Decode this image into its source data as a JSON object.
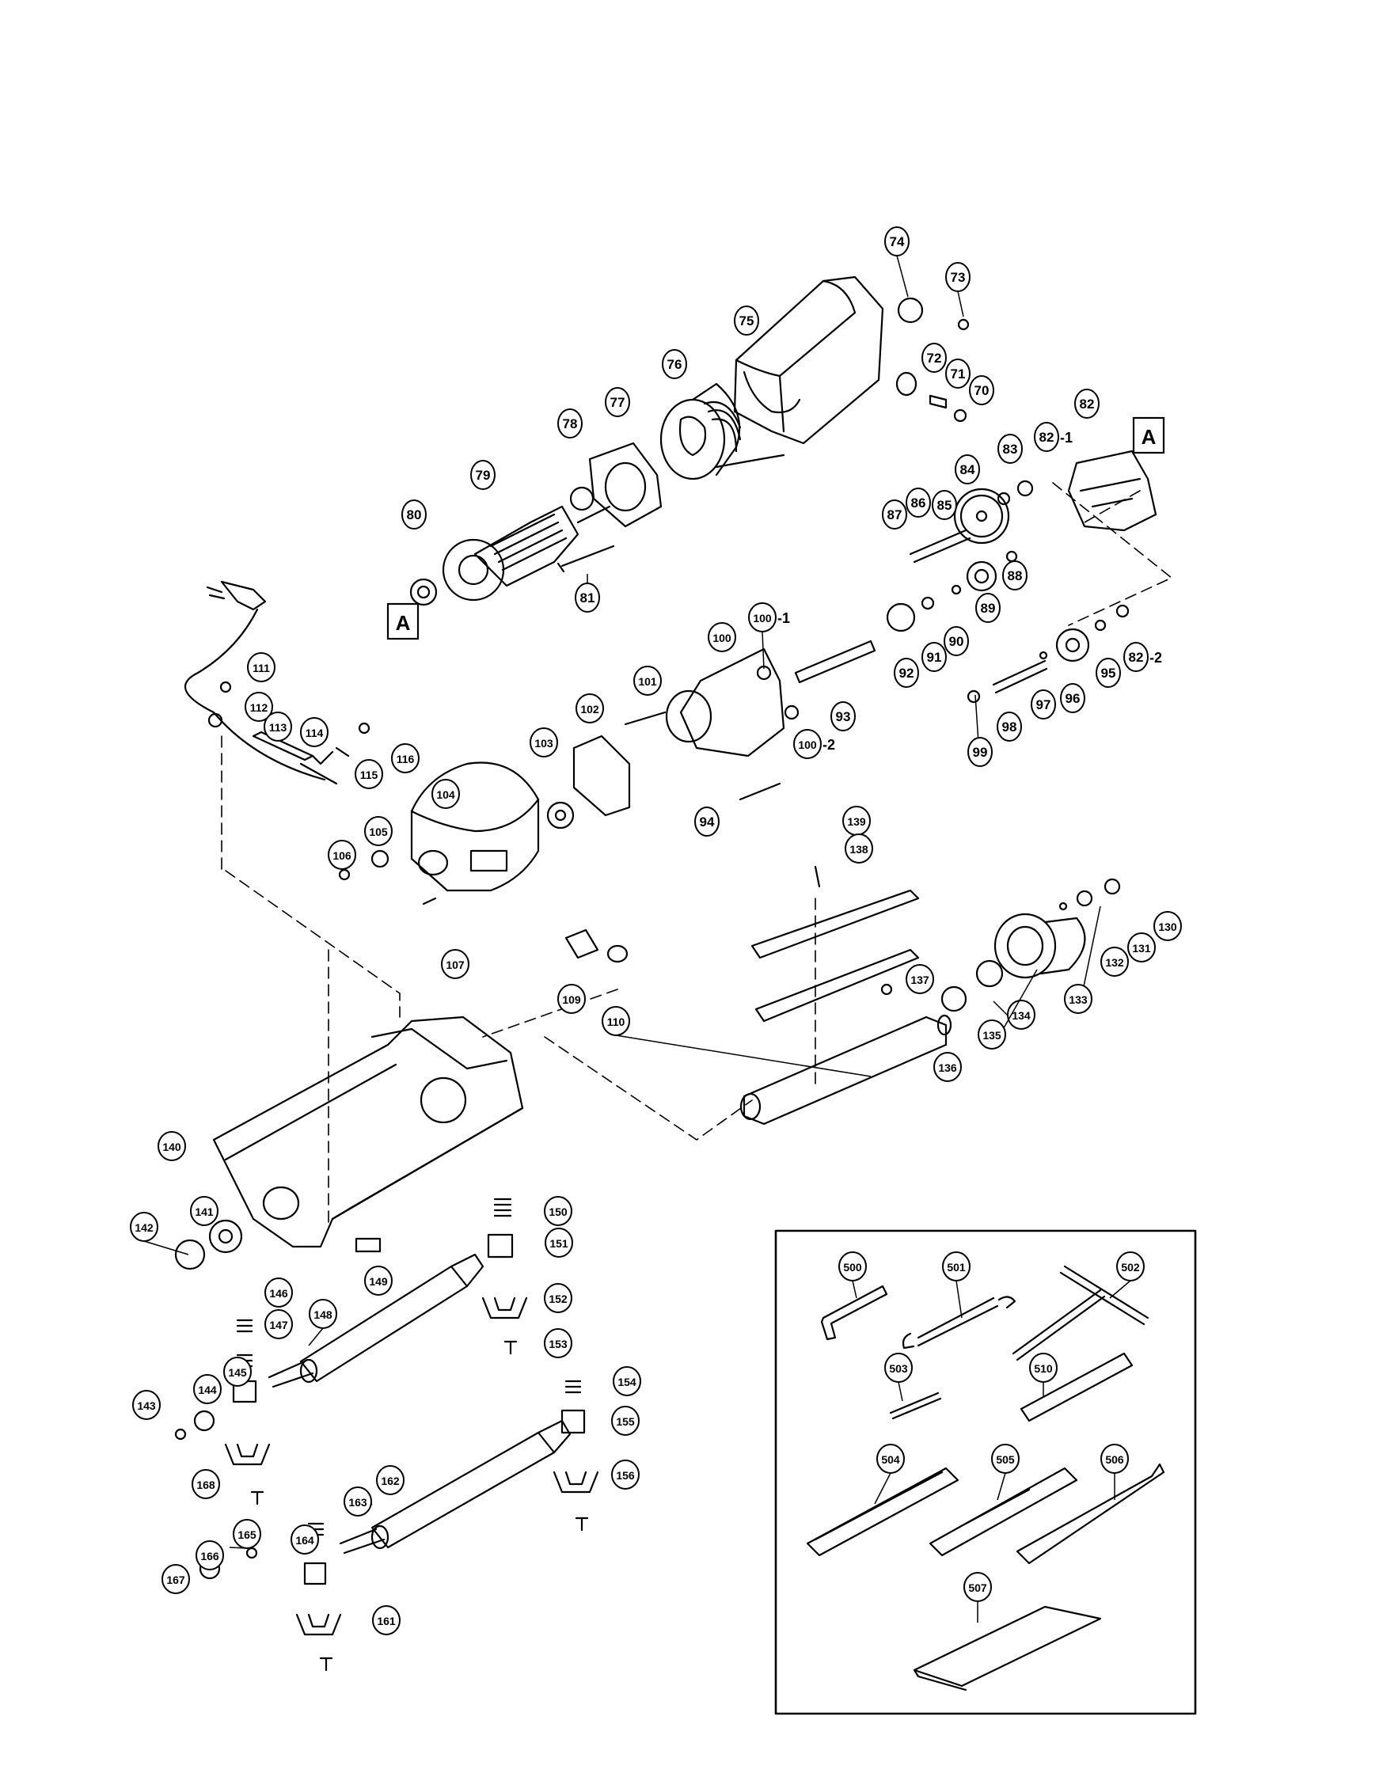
{
  "callouts": [
    "74",
    "73",
    "75",
    "72",
    "71",
    "70",
    "76",
    "77",
    "78",
    "79",
    "80",
    "81",
    "82",
    "82-1",
    "83",
    "84",
    "85",
    "86",
    "87",
    "88",
    "89",
    "90",
    "91",
    "92",
    "82-2",
    "95",
    "96",
    "97",
    "98",
    "99",
    "100",
    "100-1",
    "100-2",
    "101",
    "93",
    "102",
    "94",
    "103",
    "104",
    "105",
    "106",
    "107",
    "111",
    "112",
    "113",
    "114",
    "115",
    "116",
    "139",
    "138",
    "137",
    "136",
    "130",
    "131",
    "132",
    "133",
    "134",
    "135",
    "109",
    "110",
    "140",
    "141",
    "142",
    "150",
    "151",
    "152",
    "153",
    "149",
    "148",
    "146",
    "147",
    "145",
    "144",
    "143",
    "168",
    "154",
    "155",
    "156",
    "162",
    "163",
    "164",
    "165",
    "166",
    "167",
    "161",
    "500",
    "501",
    "502",
    "503",
    "510",
    "504",
    "505",
    "506",
    "507"
  ],
  "view_label": "A"
}
